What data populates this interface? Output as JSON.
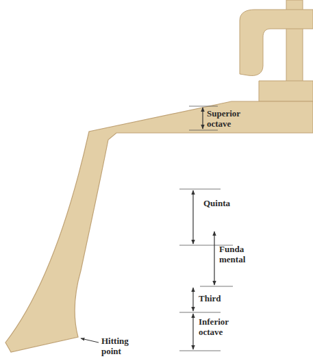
{
  "diagram": {
    "labels": [
      "Superior octave",
      "Quinta",
      "Funda mental",
      "Third",
      "Inferior octave",
      "Hitting point"
    ]
  }
}
